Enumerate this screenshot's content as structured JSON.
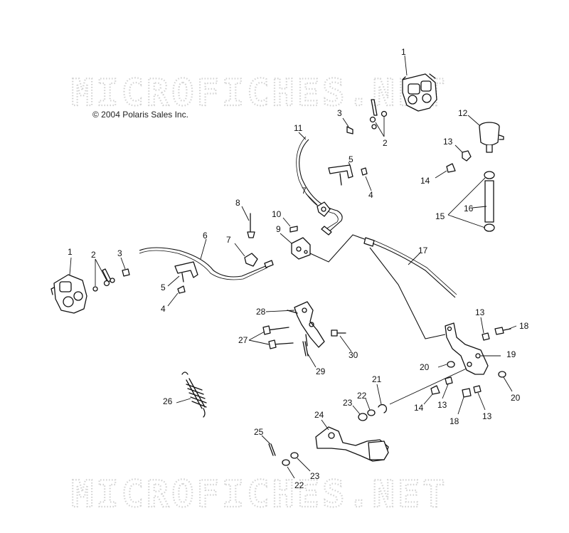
{
  "watermark": {
    "text": "MICROFICHES.NET"
  },
  "copyright": "© 2004 Polaris Sales Inc.",
  "callouts": {
    "c1a": "1",
    "c1b": "1",
    "c2a": "2",
    "c2b": "2",
    "c3a": "3",
    "c3b": "3",
    "c4a": "4",
    "c4b": "4",
    "c5a": "5",
    "c5b": "5",
    "c6": "6",
    "c7a": "7",
    "c7b": "7",
    "c8": "8",
    "c9": "9",
    "c10": "10",
    "c11": "11",
    "c12": "12",
    "c13a": "13",
    "c13b": "13",
    "c13c": "13",
    "c13d": "13",
    "c14a": "14",
    "c14b": "14",
    "c15": "15",
    "c16": "16",
    "c17": "17",
    "c18a": "18",
    "c18b": "18",
    "c19": "19",
    "c20a": "20",
    "c20b": "20",
    "c21": "21",
    "c22a": "22",
    "c22b": "22",
    "c23a": "23",
    "c23b": "23",
    "c24": "24",
    "c25": "25",
    "c26": "26",
    "c27": "27",
    "c28": "28",
    "c29": "29",
    "c30": "30"
  }
}
